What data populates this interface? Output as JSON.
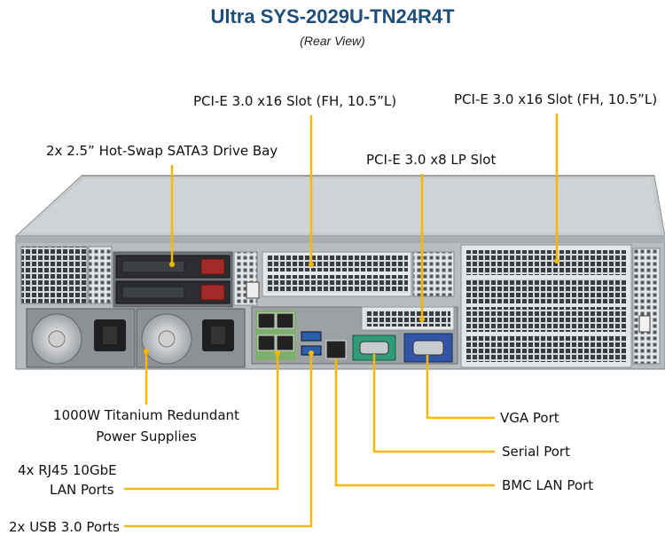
{
  "header": {
    "title": "Ultra SYS-2029U-TN24R4T",
    "subtitle": "(Rear View)"
  },
  "colors": {
    "title": "#1f4e79",
    "callout_line": "#f5b800",
    "chassis_top": "#c7cbcd",
    "chassis_face": "#b8bcbf",
    "serial_port": "#2e9b78",
    "vga_port": "#2f55a4",
    "drive_latch": "#a42a2a"
  },
  "callouts": {
    "pcie_x16_left": "PCI-E 3.0 x16 Slot (FH, 10.5”L)",
    "pcie_x16_right": "PCI-E 3.0 x16 Slot (FH, 10.5”L)",
    "drive_bay": "2x 2.5” Hot-Swap SATA3 Drive Bay",
    "pcie_x8": "PCI-E 3.0 x8 LP Slot",
    "psu_line1": "1000W Titanium Redundant",
    "psu_line2": "Power Supplies",
    "rj45_line1": "4x RJ45 10GbE",
    "rj45_line2": "LAN Ports",
    "usb": "2x USB 3.0 Ports",
    "vga": "VGA Port",
    "serial": "Serial Port",
    "bmc_lan": "BMC LAN Port"
  }
}
